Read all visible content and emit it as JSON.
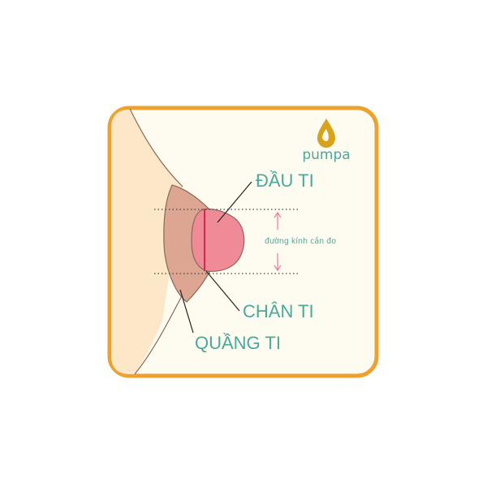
{
  "brand": {
    "name": "pumpa",
    "logo_icon": "oil-drop-icon",
    "accent": "#4aa99a",
    "logo_color": "#d9a21c"
  },
  "labels": {
    "nipple": "ĐẦU TI",
    "nipple_base": "CHÂN TI",
    "areola": "QUẦNG TI",
    "measure": "đường kính cần đo"
  },
  "colors": {
    "frame_border": "#eea22d",
    "frame_fill": "#fefbf1",
    "breast": "#fde7c9",
    "areola": "#dca692",
    "nipple": "#ef8a97",
    "measure_line": "#d9264a",
    "arrow": "#f07a93",
    "label_text": "#4aa99a"
  }
}
